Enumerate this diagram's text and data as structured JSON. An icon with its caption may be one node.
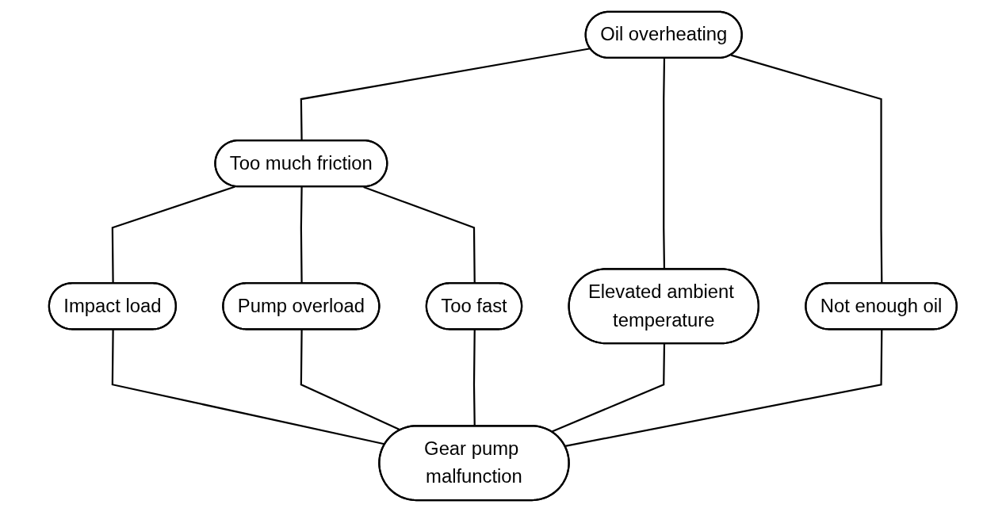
{
  "diagram": {
    "nodes": [
      {
        "text": [
          "Oil overheating"
        ]
      },
      {
        "text": [
          "Too much friction"
        ]
      },
      {
        "text": [
          "Elevated ambient temperature"
        ]
      },
      {
        "text": [
          "Not enough oil"
        ]
      },
      {
        "text": [
          "Impact load"
        ]
      },
      {
        "text": [
          "Pump overload"
        ]
      },
      {
        "text": [
          "Too fast"
        ]
      },
      {
        "text": [
          "Gear pump malfunction"
        ]
      }
    ],
    "edges": [
      {
        "from": 0,
        "to": 1,
        "arrow": "none"
      },
      {
        "from": 0,
        "to": 2,
        "arrow": "none"
      },
      {
        "from": 0,
        "to": 3,
        "arrow": "none"
      },
      {
        "from": 1,
        "to": 4,
        "arrow": "none"
      },
      {
        "from": 1,
        "to": 5,
        "arrow": "none"
      },
      {
        "from": 1,
        "to": 6,
        "arrow": "none"
      },
      {
        "from": 4,
        "to": 7,
        "arrow": "none"
      },
      {
        "from": 5,
        "to": 7,
        "arrow": "none"
      },
      {
        "from": 6,
        "to": 7,
        "arrow": "none"
      },
      {
        "from": 2,
        "to": 7,
        "arrow": "none"
      },
      {
        "from": 3,
        "to": 7,
        "arrow": "none"
      }
    ]
  }
}
